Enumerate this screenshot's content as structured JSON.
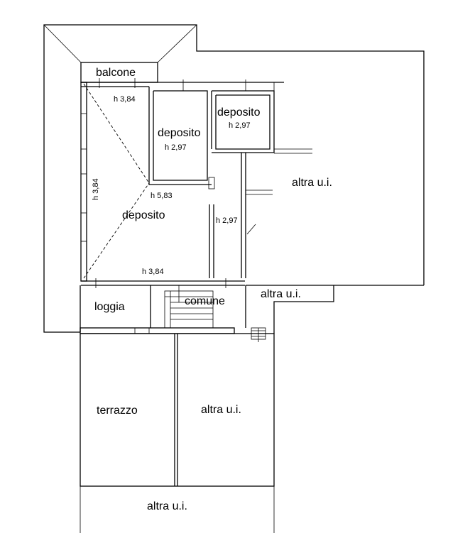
{
  "rooms": {
    "balcone": "balcone",
    "deposito_main": "deposito",
    "deposito_mid": "deposito",
    "deposito_small": "deposito",
    "altra_ui_right": "altra u.i.",
    "altra_ui_stair": "altra u.i.",
    "loggia": "loggia",
    "comune": "comune",
    "terrazzo": "terrazzo",
    "altra_ui_lower": "altra u.i.",
    "altra_ui_bottom": "altra u.i."
  },
  "heights": {
    "main_top": "h 3,84",
    "main_left": "h 3,84",
    "main_center": "h 5,83",
    "main_bottom": "h 3,84",
    "mid_room": "h 2,97",
    "small_room": "h 2,97",
    "corridor": "h 2,97"
  }
}
